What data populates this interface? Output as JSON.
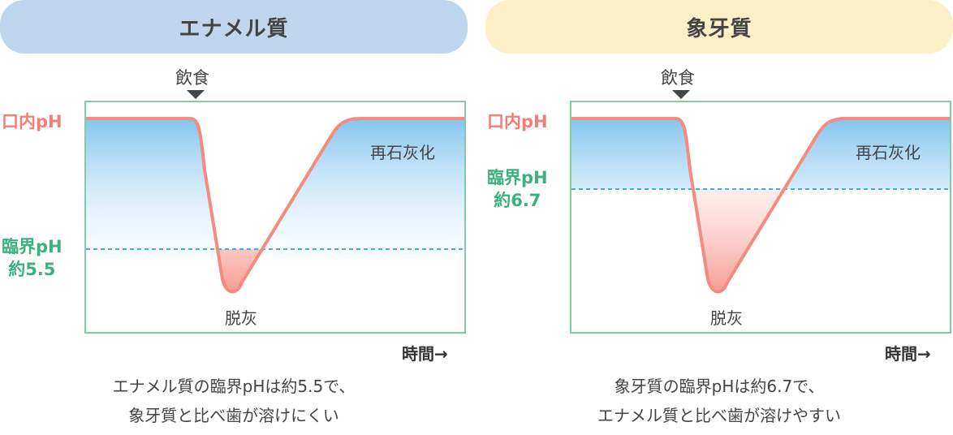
{
  "panels": [
    {
      "title": "エナメル質",
      "meal": "飲食",
      "mouth_ph": "口内pH",
      "critical_ph_line1": "臨界pH",
      "critical_ph_line2": "約5.5",
      "remineralization": "再石灰化",
      "demineralization": "脱灰",
      "time": "時間→",
      "caption_line1": "エナメル質の臨界pHは約5.5で、",
      "caption_line2": "象牙質と比べ歯が溶けにくい"
    },
    {
      "title": "象牙質",
      "meal": "飲食",
      "mouth_ph": "口内pH",
      "critical_ph_line1": "臨界pH",
      "critical_ph_line2": "約6.7",
      "remineralization": "再石灰化",
      "demineralization": "脱灰",
      "time": "時間→",
      "caption_line1": "象牙質の臨界pHは約6.7で、",
      "caption_line2": "エナメル質と比べ歯が溶けやすい"
    }
  ],
  "colors": {
    "enamel_header": "#bfd6ee",
    "dentin_header": "#fdf0c8",
    "ph_curve": "#f58b80",
    "critical_line": "#3aaee8",
    "frame": "#7fcca5",
    "critical_label": "#3cb080"
  }
}
